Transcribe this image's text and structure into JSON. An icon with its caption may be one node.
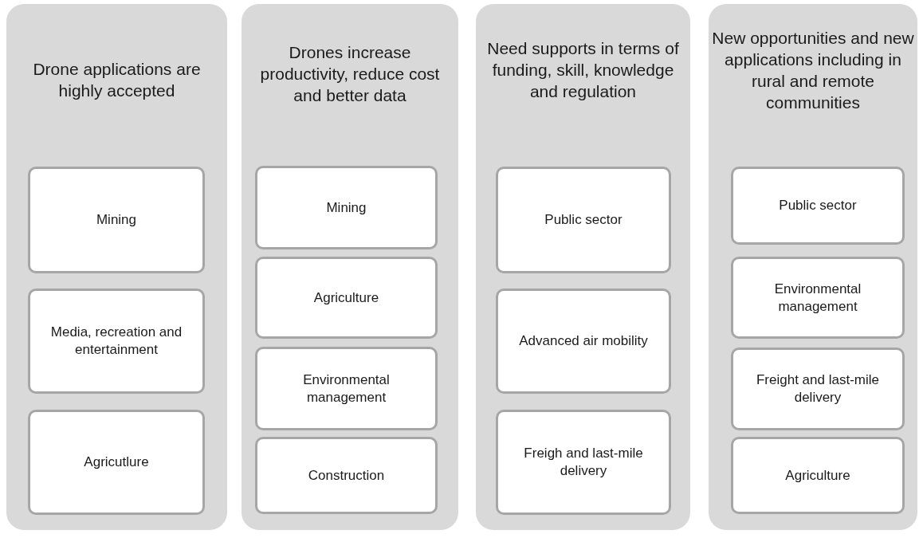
{
  "diagram": {
    "nodes": [
      {
        "text": [
          "Drone applications are highly accepted"
        ]
      },
      {
        "text": [
          "Mining"
        ],
        "in": 0
      },
      {
        "text": [
          "Media, recreation and entertainment"
        ],
        "in": 0
      },
      {
        "text": [
          "Agricutlure"
        ],
        "in": 0
      },
      {
        "text": [
          "Drones increase productivity, reduce cost and better data"
        ]
      },
      {
        "text": [
          "Mining"
        ],
        "in": 4
      },
      {
        "text": [
          "Agriculture"
        ],
        "in": 4
      },
      {
        "text": [
          "Environmental management"
        ],
        "in": 4
      },
      {
        "text": [
          "Construction"
        ],
        "in": 4
      },
      {
        "text": [
          "Need supports in terms of funding, skill, knowledge and regulation"
        ]
      },
      {
        "text": [
          "Public sector"
        ],
        "in": 9
      },
      {
        "text": [
          "Advanced air mobility"
        ],
        "in": 9
      },
      {
        "text": [
          "Freigh and last-mile delivery"
        ],
        "in": 9
      },
      {
        "text": [
          "New opportunities and new applications including in rural and remote communities"
        ]
      },
      {
        "text": [
          "Public sector"
        ],
        "in": 13
      },
      {
        "text": [
          "Environmental management"
        ],
        "in": 13
      },
      {
        "text": [
          "Freight and last-mile delivery"
        ],
        "in": 13
      },
      {
        "text": [
          "Agriculture"
        ],
        "in": 13
      }
    ],
    "edges": []
  }
}
